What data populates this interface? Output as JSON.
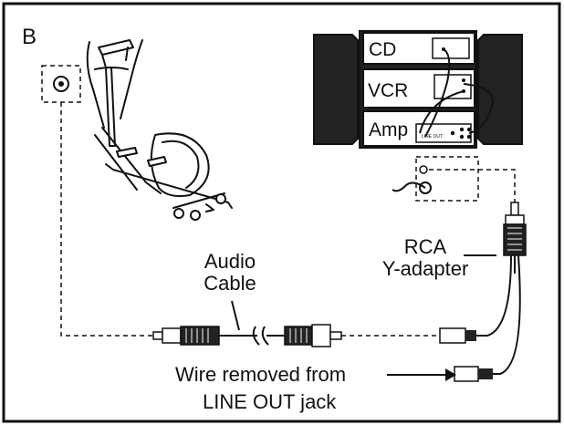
{
  "panel_letter": "B",
  "labels": {
    "cd": "CD",
    "vcr": "VCR",
    "amp": "Amp",
    "line_out": "LINE OUT",
    "audio_cable_line1": "Audio",
    "audio_cable_line2": "Cable",
    "rca_line1": "RCA",
    "rca_line2": "Y-adapter",
    "wire_removed_line1": "Wire removed from",
    "wire_removed_line2": "LINE OUT jack"
  },
  "icons": [
    "elliptical-trainer-icon",
    "audio-jack-icon",
    "stereo-system-icon",
    "rca-plug-icon",
    "audio-plug-icon",
    "arrow-right-icon"
  ],
  "colors": {
    "ink": "#111111",
    "fill_dark": "#222222",
    "paper": "#ffffff"
  }
}
